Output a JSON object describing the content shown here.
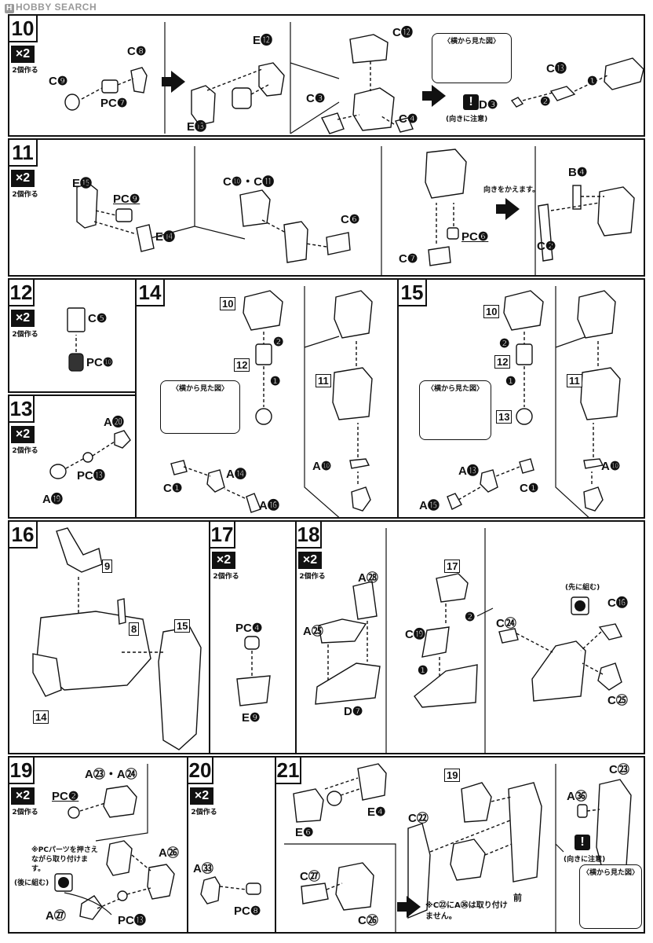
{
  "watermark": "HOBBY SEARCH",
  "twice_label": "2個作る",
  "times2": "×2",
  "steps": {
    "s10": {
      "num": "10",
      "view_title": "〈横から見た図〉",
      "note": "(向きに注意)",
      "labels": [
        "C❽",
        "C❾",
        "PC❼",
        "E⓬",
        "E⓭",
        "C⓬",
        "C❸",
        "C❹",
        "C⓭",
        "D❸"
      ]
    },
    "s11": {
      "num": "11",
      "rotate_note": "向きをかえます。",
      "labels": [
        "E⓯",
        "PC❾",
        "E⓮",
        "C❿・C⓫",
        "C❻",
        "PC❻",
        "C❼",
        "B❹",
        "C❷"
      ]
    },
    "s12": {
      "num": "12",
      "labels": [
        "C❺",
        "PC❿"
      ]
    },
    "s13": {
      "num": "13",
      "labels": [
        "A⓴",
        "PC⓭",
        "A⓳"
      ]
    },
    "s14": {
      "num": "14",
      "view_title": "〈横から見た図〉",
      "refs": [
        "10",
        "12",
        "11"
      ],
      "labels": [
        "A❿",
        "C❶",
        "A⓮",
        "A⓰"
      ]
    },
    "s15": {
      "num": "15",
      "view_title": "〈横から見た図〉",
      "refs": [
        "10",
        "12",
        "13",
        "11"
      ],
      "labels": [
        "A❿",
        "A⓭",
        "C❶",
        "A⓯"
      ]
    },
    "s16": {
      "num": "16",
      "refs": [
        "9",
        "8",
        "15",
        "14"
      ]
    },
    "s17": {
      "num": "17",
      "labels": [
        "PC❹",
        "E❾"
      ]
    },
    "s18": {
      "num": "18",
      "first_note": "(先に組む)",
      "refs": [
        "17"
      ],
      "labels": [
        "A㉘",
        "A㉕",
        "D❼",
        "C⓳",
        "C㉔",
        "C⓰",
        "C㉕"
      ]
    },
    "s19": {
      "num": "19",
      "labels": [
        "A㉓・A㉔",
        "PC❷",
        "A㉖",
        "A㉗",
        "PC⓭"
      ],
      "press_note": "※PCパーツを押さえながら取り付けます。",
      "after_note": "(後に組む)"
    },
    "s20": {
      "num": "20",
      "labels": [
        "A㉝",
        "PC❽"
      ]
    },
    "s21": {
      "num": "21",
      "refs": [
        "19"
      ],
      "view_title": "〈横から見た図〉",
      "note": "(向きに注意)",
      "labels": [
        "E❹",
        "E❻",
        "C㉗",
        "C㉖",
        "C㉒",
        "C㉓",
        "A㊱"
      ],
      "front": "前",
      "caution": "※C㉒にA㊱は取り付けません。"
    }
  }
}
